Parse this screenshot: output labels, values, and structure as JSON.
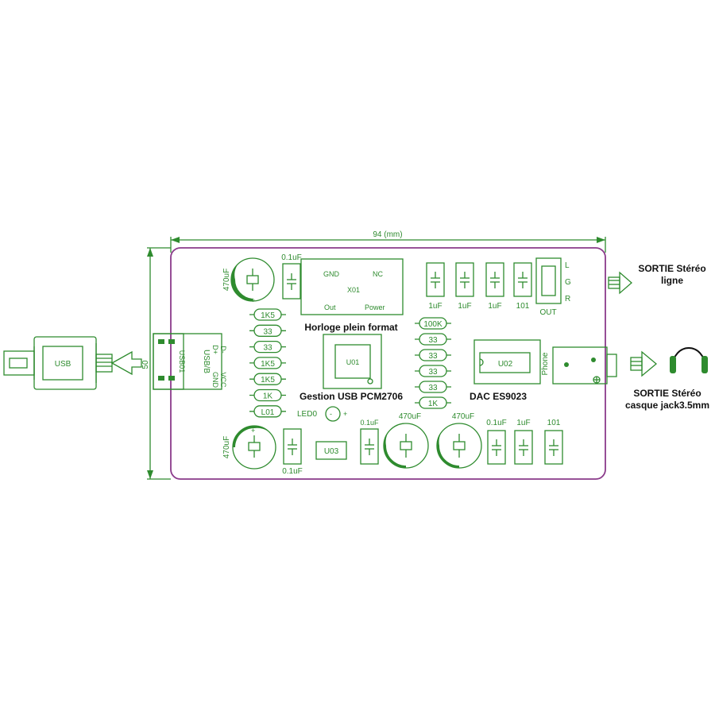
{
  "colors": {
    "trace": "#2e8b2e",
    "board_outline": "#8a3a8a",
    "annotation": "#111111"
  },
  "dimensions": {
    "width_label": "94 (mm)",
    "height_label": "50"
  },
  "usb_plug": {
    "label": "USB"
  },
  "usb_port": {
    "ref": "USB01",
    "name": "USB/B",
    "pins_top": "D+\nD-",
    "pin_dplus": "D+",
    "pin_dminus": "D-",
    "pin_gnd": "GND",
    "pin_vcc": "VCC"
  },
  "crystal": {
    "ref": "X01",
    "gnd": "GND",
    "nc": "NC",
    "out": "Out",
    "power": "Power"
  },
  "labels": {
    "clock": "Horloge plein format",
    "usb_mgmt": "Gestion USB PCM2706",
    "dac": "DAC ES9023",
    "line_out_1": "SORTIE Stéréo",
    "line_out_2": "ligne",
    "phone_out_1": "SORTIE Stéréo",
    "phone_out_2": "casque jack3.5mm"
  },
  "chips": {
    "u01": "U01",
    "u02": "U02",
    "u03": "U03"
  },
  "led": {
    "ref": "LED0",
    "minus": "-",
    "plus": "+"
  },
  "left_resistors": [
    "1K5",
    "33",
    "33",
    "1K5",
    "1K5",
    "1K",
    "L01"
  ],
  "mid_resistors": [
    "100K",
    "33",
    "33",
    "33",
    "33",
    "1K"
  ],
  "caps": {
    "big_tl": "470uF",
    "small_tl": "0.1uF",
    "big_bl": "470uF",
    "small_bl": "0.1uF",
    "small_bm": "0.1uF",
    "big_bm1": "470uF",
    "big_bm2": "470uF",
    "br1": "0.1uF",
    "br2": "1uF",
    "br3": "101",
    "tr1": "1uF",
    "tr2": "1uF",
    "tr3": "1uF",
    "tr4": "101"
  },
  "out_connector": {
    "name": "OUT",
    "l": "L",
    "g": "G",
    "r": "R"
  },
  "phone_jack": {
    "name": "Phone"
  }
}
